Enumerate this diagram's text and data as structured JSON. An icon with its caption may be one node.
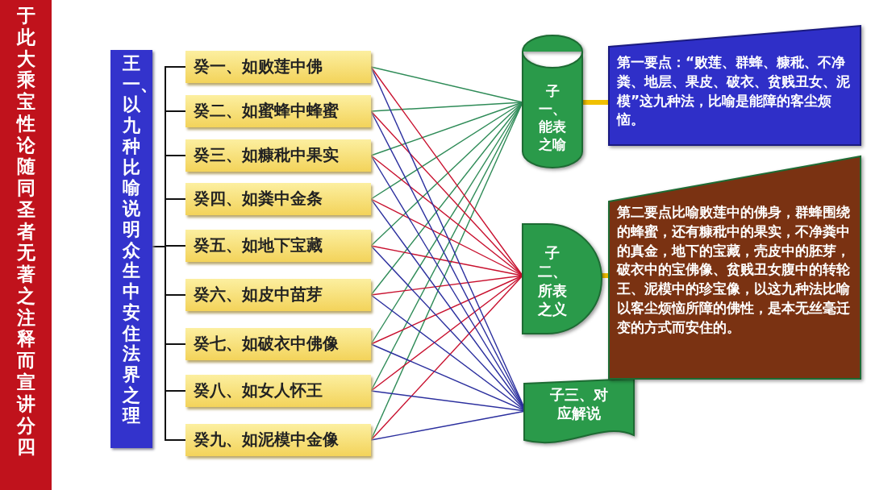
{
  "diagram": {
    "nodes": [
      {
        "text": [
          "于此大乘宝性论随同圣者无著之注释而宣讲分四"
        ]
      },
      {
        "text": [
          "王一、以九种比喻说明众生中安住法界之理"
        ]
      },
      {
        "text": [
          "癸一、如败莲中佛"
        ]
      },
      {
        "text": [
          "癸二、如蜜蜂中蜂蜜"
        ]
      },
      {
        "text": [
          "癸三、如糠秕中果实"
        ]
      },
      {
        "text": [
          "癸四、如粪中金条"
        ]
      },
      {
        "text": [
          "癸五、如地下宝藏"
        ]
      },
      {
        "text": [
          "癸六、如皮中苗芽"
        ]
      },
      {
        "text": [
          "癸七、如破衣中佛像"
        ]
      },
      {
        "text": [
          "癸八、如女人怀王"
        ]
      },
      {
        "text": [
          "癸九、如泥模中金像"
        ]
      },
      {
        "text": [
          "子一、能表之喻"
        ]
      },
      {
        "text": [
          "子二、所表之义"
        ]
      },
      {
        "text": [
          "子三、对应解说"
        ]
      },
      {
        "text": [
          "第一要点：“败莲、群蜂、糠秕、不净粪、地层、果皮、破衣、贫贱丑女、泥模”这九种法，比喻是能障的客尘烦恼。"
        ]
      },
      {
        "text": [
          "第二要点比喻败莲中的佛身，群蜂围绕的蜂蜜，还有糠秕中的果实，不净粪中的真金，地下的宝藏，壳皮中的胚芽，破衣中的宝佛像、贫贱丑女腹中的转轮王、泥模中的珍宝像，以这九种法比喻以客尘烦恼所障的佛性，是本无丝毫迁变的方式而安住的。"
        ]
      }
    ],
    "edges": [
      {
        "from": 1,
        "to": 2,
        "arrow": "none"
      },
      {
        "from": 1,
        "to": 3,
        "arrow": "none"
      },
      {
        "from": 1,
        "to": 4,
        "arrow": "none"
      },
      {
        "from": 1,
        "to": 5,
        "arrow": "none"
      },
      {
        "from": 1,
        "to": 6,
        "arrow": "none"
      },
      {
        "from": 1,
        "to": 7,
        "arrow": "none"
      },
      {
        "from": 1,
        "to": 8,
        "arrow": "none"
      },
      {
        "from": 1,
        "to": 9,
        "arrow": "none"
      },
      {
        "from": 1,
        "to": 10,
        "arrow": "none"
      },
      {
        "from": 2,
        "to": 11,
        "arrow": "none",
        "color": "#2e8b57"
      },
      {
        "from": 3,
        "to": 11,
        "arrow": "none",
        "color": "#2e8b57"
      },
      {
        "from": 4,
        "to": 11,
        "arrow": "none",
        "color": "#2e8b57"
      },
      {
        "from": 5,
        "to": 11,
        "arrow": "none",
        "color": "#2e8b57"
      },
      {
        "from": 6,
        "to": 11,
        "arrow": "none",
        "color": "#2e8b57"
      },
      {
        "from": 7,
        "to": 11,
        "arrow": "none",
        "color": "#2e8b57"
      },
      {
        "from": 8,
        "to": 11,
        "arrow": "none",
        "color": "#2e8b57"
      },
      {
        "from": 9,
        "to": 11,
        "arrow": "none",
        "color": "#2e8b57"
      },
      {
        "from": 10,
        "to": 11,
        "arrow": "none",
        "color": "#2e8b57"
      },
      {
        "from": 2,
        "to": 12,
        "arrow": "none",
        "color": "#c8102e"
      },
      {
        "from": 3,
        "to": 12,
        "arrow": "none",
        "color": "#c8102e"
      },
      {
        "from": 4,
        "to": 12,
        "arrow": "none",
        "color": "#c8102e"
      },
      {
        "from": 5,
        "to": 12,
        "arrow": "none",
        "color": "#c8102e"
      },
      {
        "from": 6,
        "to": 12,
        "arrow": "none",
        "color": "#c8102e"
      },
      {
        "from": 7,
        "to": 12,
        "arrow": "none",
        "color": "#c8102e"
      },
      {
        "from": 8,
        "to": 12,
        "arrow": "none",
        "color": "#c8102e"
      },
      {
        "from": 9,
        "to": 12,
        "arrow": "none",
        "color": "#c8102e"
      },
      {
        "from": 10,
        "to": 12,
        "arrow": "none",
        "color": "#c8102e"
      },
      {
        "from": 2,
        "to": 13,
        "arrow": "none",
        "color": "#2b2f9e"
      },
      {
        "from": 3,
        "to": 13,
        "arrow": "none",
        "color": "#2b2f9e"
      },
      {
        "from": 4,
        "to": 13,
        "arrow": "none",
        "color": "#2b2f9e"
      },
      {
        "from": 5,
        "to": 13,
        "arrow": "none",
        "color": "#2b2f9e"
      },
      {
        "from": 6,
        "to": 13,
        "arrow": "none",
        "color": "#2b2f9e"
      },
      {
        "from": 7,
        "to": 13,
        "arrow": "none",
        "color": "#2b2f9e"
      },
      {
        "from": 8,
        "to": 13,
        "arrow": "none",
        "color": "#2b2f9e"
      },
      {
        "from": 9,
        "to": 13,
        "arrow": "none",
        "color": "#2b2f9e"
      },
      {
        "from": 10,
        "to": 13,
        "arrow": "none",
        "color": "#2b2f9e"
      },
      {
        "from": 11,
        "to": 14,
        "arrow": "none",
        "style": "thick",
        "color": "#f0c000"
      },
      {
        "from": 12,
        "to": 15,
        "arrow": "none",
        "style": "thick",
        "color": "#f0c000"
      }
    ]
  }
}
